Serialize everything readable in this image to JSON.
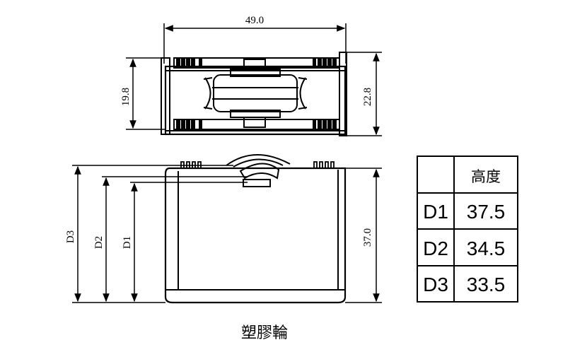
{
  "dimensions": {
    "top_width": "49.0",
    "left_height": "19.8",
    "right_height": "22.8",
    "front_height": "37.0",
    "d3_label": "D3",
    "d2_label": "D2",
    "d1_label": "D1"
  },
  "table": {
    "header": "高度",
    "rows": [
      {
        "name": "D1",
        "value": "37.5"
      },
      {
        "name": "D2",
        "value": "34.5"
      },
      {
        "name": "D3",
        "value": "33.5"
      }
    ]
  },
  "caption": "塑膠輪",
  "colors": {
    "line": "#000000",
    "background": "#ffffff"
  }
}
